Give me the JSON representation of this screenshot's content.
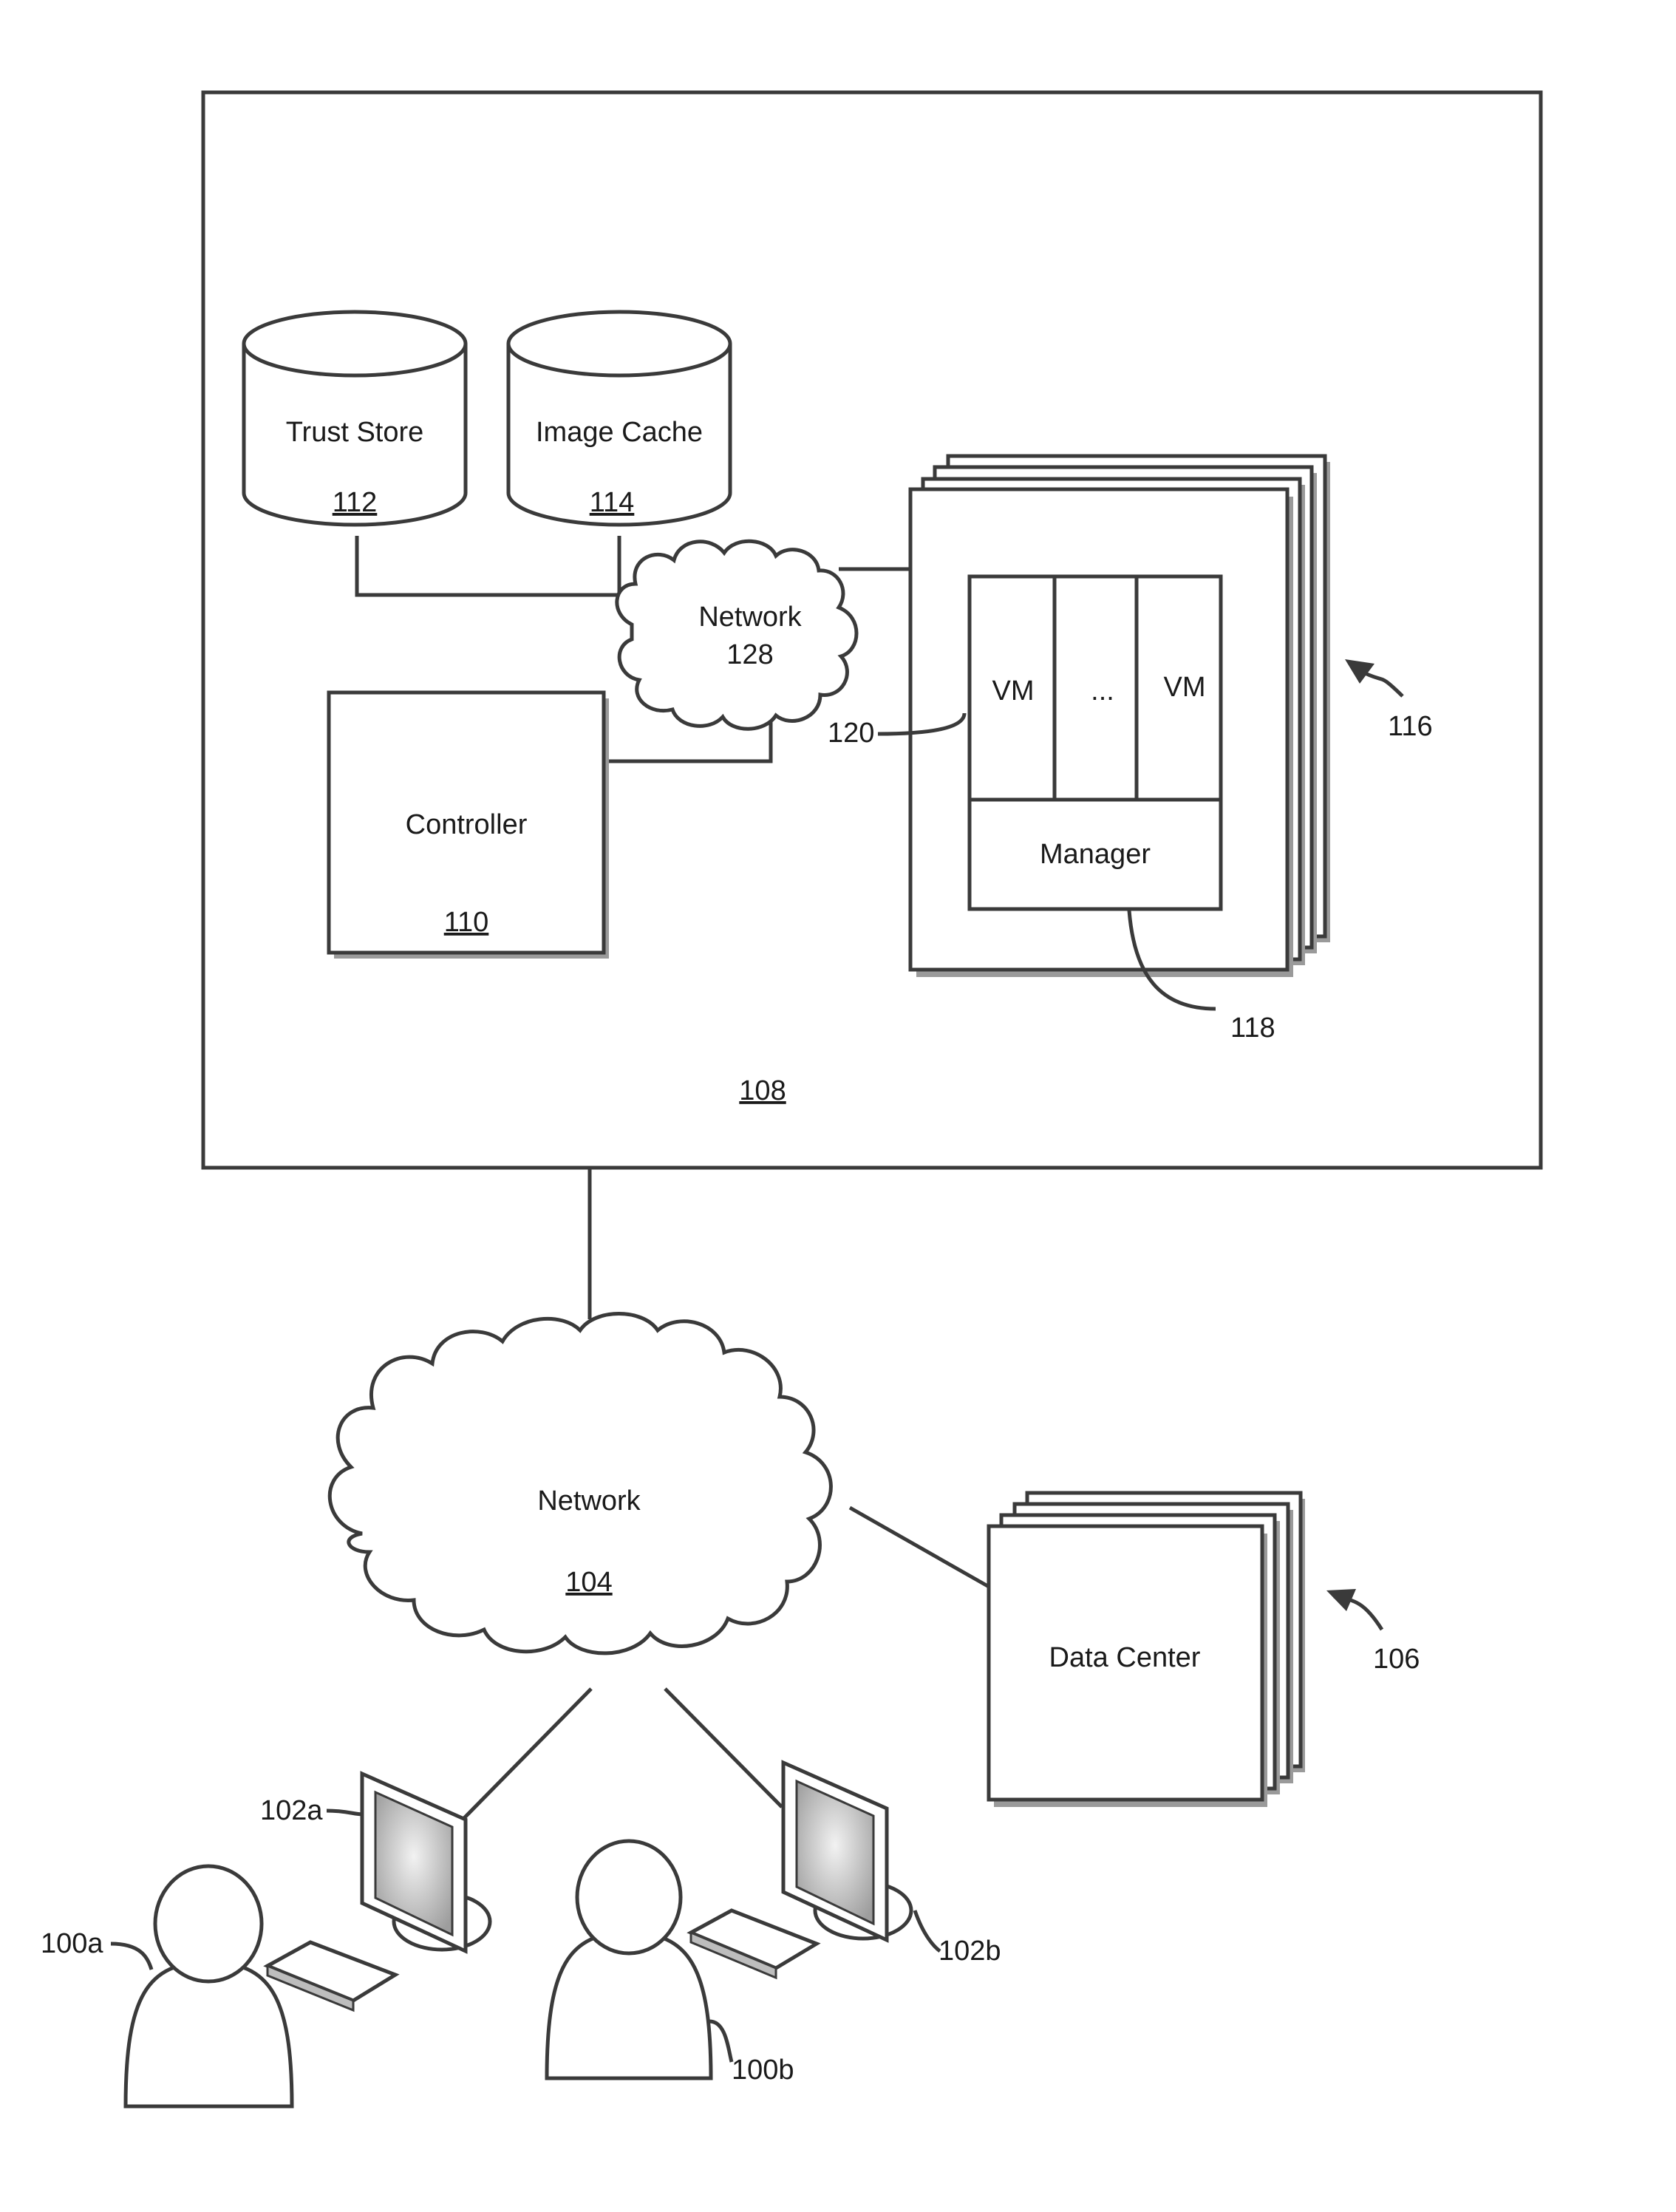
{
  "system": {
    "ref": "108"
  },
  "trust_store": {
    "label": "Trust Store",
    "ref": "112"
  },
  "image_cache": {
    "label": "Image Cache",
    "ref": "114"
  },
  "controller": {
    "label": "Controller",
    "ref": "110"
  },
  "internal_network": {
    "label": "Network",
    "ref": "128"
  },
  "host": {
    "ref": "116",
    "vm_left": "VM",
    "vm_ellipsis": "...",
    "vm_right": "VM",
    "vm_ref": "120",
    "manager": "Manager",
    "manager_ref": "118"
  },
  "external_network": {
    "label": "Network",
    "ref": "104"
  },
  "data_center": {
    "label": "Data Center",
    "ref": "106"
  },
  "computer_a": {
    "ref": "102a"
  },
  "computer_b": {
    "ref": "102b"
  },
  "user_a": {
    "ref": "100a"
  },
  "user_b": {
    "ref": "100b"
  }
}
